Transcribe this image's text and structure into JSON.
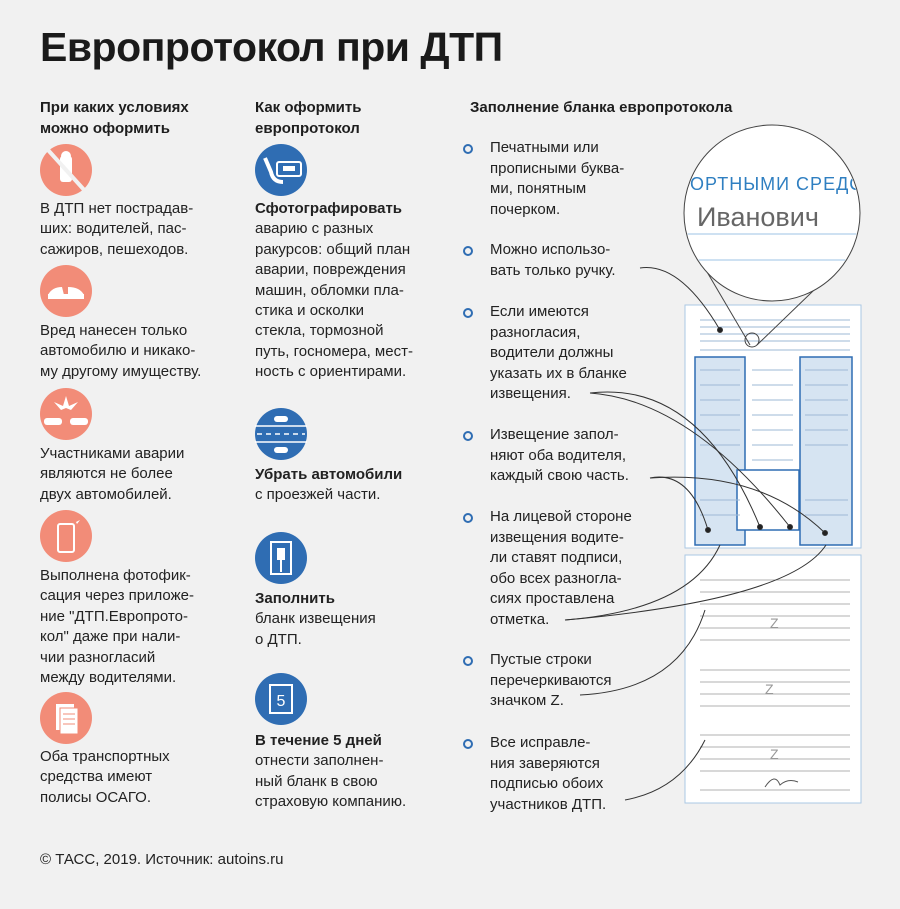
{
  "title": "Европротокол при ДТП",
  "col1": {
    "header": "При каких условиях\nможно оформить",
    "items": [
      {
        "icon": "no-injured-person-icon",
        "text": "В ДТП нет пострадав-\nших: водителей, пас-\nсажиров, пешеходов."
      },
      {
        "icon": "damaged-car-icon",
        "text": "Вред нанесен только\nавтомобилю и никако-\nму другому имуществу."
      },
      {
        "icon": "two-cars-collision-icon",
        "text": "Участниками аварии\nявляются не более\nдвух автомобилей."
      },
      {
        "icon": "smartphone-photo-icon",
        "text": "Выполнена фотофик-\nсация через приложе-\nние \"ДТП.Европрото-\nкол\" даже при нали-\nчии  разногласий\nмежду водителями."
      },
      {
        "icon": "insurance-policy-icon",
        "text": "Оба транспортных\nсредства имеют\nполисы ОСАГО."
      }
    ]
  },
  "col2": {
    "header": "Как оформить\nевропротокол",
    "items": [
      {
        "icon": "hand-photo-icon",
        "bold": "Сфотографировать",
        "text": "аварию с разных\nракурсов: общий план\nаварии, повреждения\nмашин, обломки пла-\nстика и осколки\nстекла, тормозной\nпуть, госномера, мест-\nность с ориентирами."
      },
      {
        "icon": "road-cars-icon",
        "bold": "Убрать автомобили",
        "text": "с проезжей части."
      },
      {
        "icon": "form-fill-icon",
        "bold": "Заполнить",
        "text": "бланк извещения\nо ДТП."
      },
      {
        "icon": "calendar-5-icon",
        "calendar_number": "5",
        "bold": "В течение 5 дней",
        "text": "отнести заполнен-\nный бланк в свою\nстраховую компанию."
      }
    ]
  },
  "col3": {
    "header": "Заполнение бланка европротокола",
    "items": [
      "Печатными или\nпрописными буква-\nми, понятным\nпочерком.",
      "Можно использо-\nвать только ручку.",
      "Если имеются\nразногласия,\nводители должны\nуказать их в бланке\nизвещения.",
      "Извещение запол-\nняют оба водителя,\nкаждый свою часть.",
      "На лицевой стороне\nизвещения водите-\nли ставят подписи,\nобо всех разногла-\nсиях проставлена\nотметка.",
      "Пустые строки\nперечеркиваются\nзначком Z.",
      "Все исправле-\nния заверяются\nподписью обоих\nучастников ДТП."
    ],
    "magnifier": {
      "top_text": "ОРТНЫМИ СРЕДС",
      "name_text": "Иванович"
    },
    "z_marks": [
      "Z",
      "Z",
      "Z"
    ]
  },
  "footer": "© ТАСС, 2019. Источник: autoins.ru",
  "colors": {
    "background": "#f1f1f1",
    "salmon": "#f28c78",
    "blue": "#2f6db3"
  }
}
